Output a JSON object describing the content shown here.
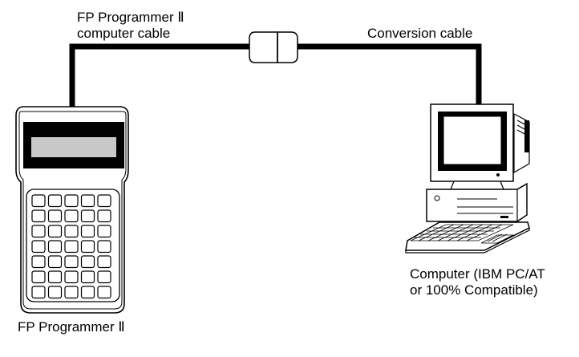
{
  "labels": {
    "programmer_cable_line1": "FP Programmer Ⅱ",
    "programmer_cable_line2": "computer cable",
    "conversion_cable": "Conversion cable",
    "computer_line1": "Computer (IBM PC/AT",
    "computer_line2": "or 100% Compatible)",
    "programmer": "FP Programmer Ⅱ"
  },
  "device": {
    "keypad_rows": 7,
    "keypad_cols": 5
  }
}
